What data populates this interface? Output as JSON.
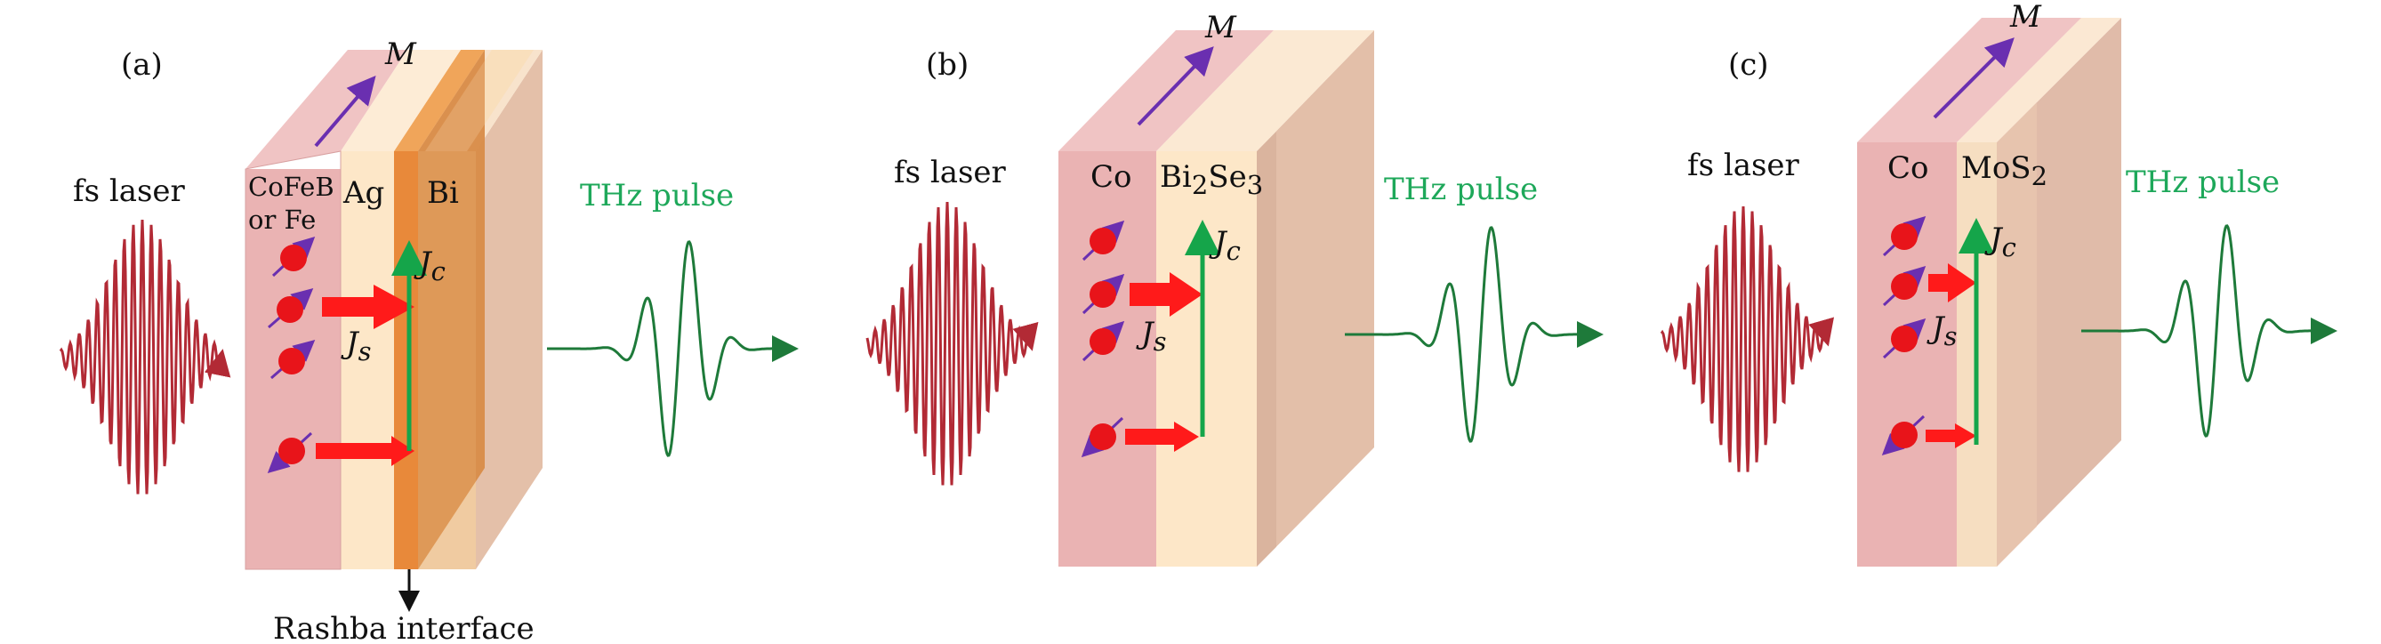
{
  "panels": [
    {
      "label": "(a)",
      "laser_label": "fs laser",
      "magnetization": "M",
      "layers": [
        "CoFeB",
        "or Fe",
        "Ag",
        "Bi"
      ],
      "spin_current": "J",
      "spin_current_sub": "s",
      "charge_current": "J",
      "charge_current_sub": "c",
      "output": "THz pulse",
      "interface_label": "Rashba interface"
    },
    {
      "label": "(b)",
      "laser_label": "fs laser",
      "magnetization": "M",
      "layer1": "Co",
      "layer2_a": "Bi",
      "layer2_sub1": "2",
      "layer2_b": "Se",
      "layer2_sub2": "3",
      "spin_current": "J",
      "spin_current_sub": "s",
      "charge_current": "J",
      "charge_current_sub": "c",
      "output": "THz pulse"
    },
    {
      "label": "(c)",
      "laser_label": "fs laser",
      "magnetization": "M",
      "layer1": "Co",
      "layer2_a": "MoS",
      "layer2_sub": "2",
      "spin_current": "J",
      "spin_current_sub": "s",
      "charge_current": "J",
      "charge_current_sub": "c",
      "output": "THz pulse"
    }
  ],
  "colors": {
    "laser": "#b22a35",
    "ferromagnet": "#eab3b3",
    "ferromagnet_top": "#f0c4c4",
    "spacer": "#fde7c8",
    "rashba": "#e8893a",
    "bi_layer": "#f2c896",
    "substrate": "#e6c3a5",
    "spin_arrow": "#6a2fb0",
    "electron": "#e8141a",
    "current_arrow": "#ff1a1a",
    "charge_arrow": "#15a54a",
    "thz": "#1e7a3a",
    "thz_label": "#1ea85a"
  },
  "icons": [
    "electron-icon",
    "spin-arrow-icon"
  ]
}
